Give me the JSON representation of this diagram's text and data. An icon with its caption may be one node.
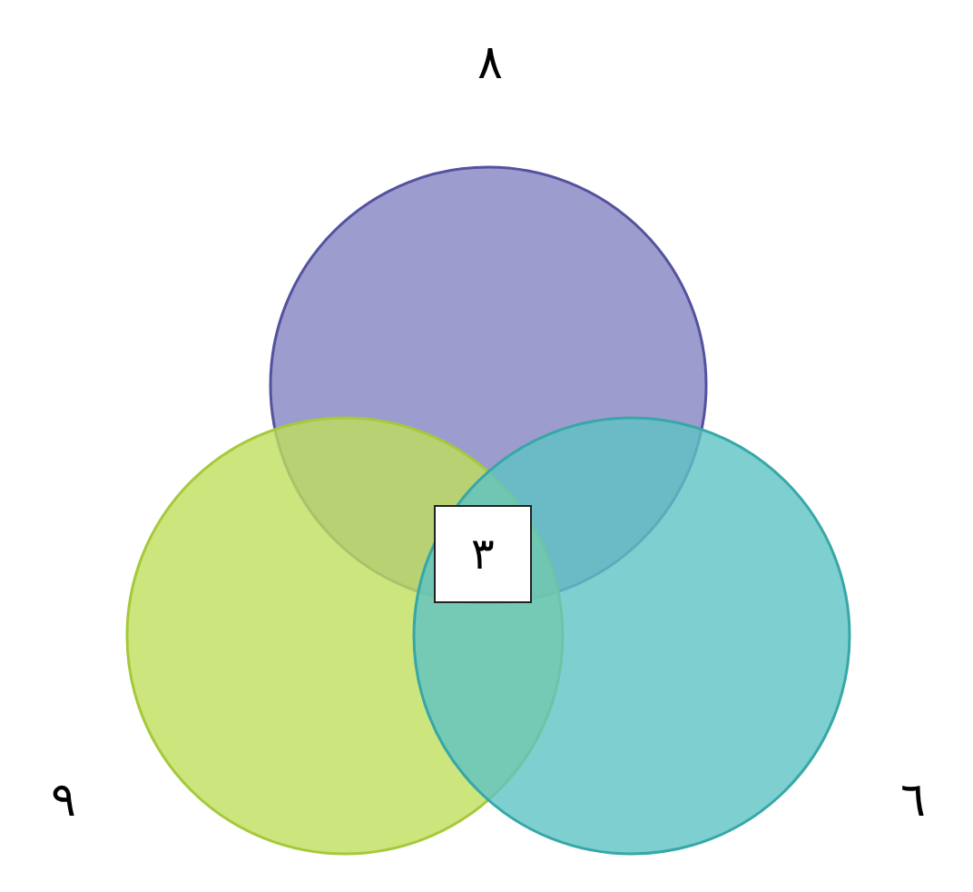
{
  "diagram": {
    "nodes": [
      {
        "text": [],
        "shape": "circle",
        "beside": [
          "٨"
        ]
      },
      {
        "text": [],
        "shape": "circle",
        "beside": [
          "٩"
        ]
      },
      {
        "text": [],
        "shape": "circle",
        "beside": [
          "٦"
        ]
      },
      {
        "text": [
          "٣"
        ]
      }
    ],
    "edges": []
  }
}
